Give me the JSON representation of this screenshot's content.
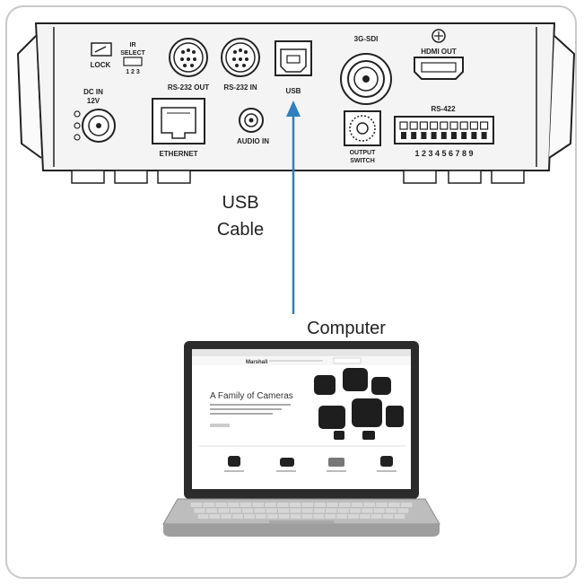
{
  "panel": {
    "lock": "LOCK",
    "ir_select": "IR\nSELECT",
    "ir_numbers": "1  2  3",
    "rs232_out": "RS-232 OUT",
    "rs232_in": "RS-232 IN",
    "usb": "USB",
    "sdi": "3G-SDI",
    "hdmi_out": "HDMI OUT",
    "dc_in": "DC IN",
    "dc_volt": "12V",
    "ethernet": "ETHERNET",
    "audio_in": "AUDIO IN",
    "output_switch_1": "OUTPUT",
    "output_switch_2": "SWITCH",
    "rs422": "RS-422",
    "rs422_pins": "1 2 3 4 5 6 7 8 9"
  },
  "connection": {
    "cable_line1": "USB",
    "cable_line2": "Cable",
    "target": "Computer"
  },
  "screen": {
    "heading": "A Family of Cameras",
    "brand": "Marshall"
  },
  "colors": {
    "arrow": "#2f7fc1",
    "frame": "#c9c9c9",
    "device_body": "#f4f4f4"
  }
}
